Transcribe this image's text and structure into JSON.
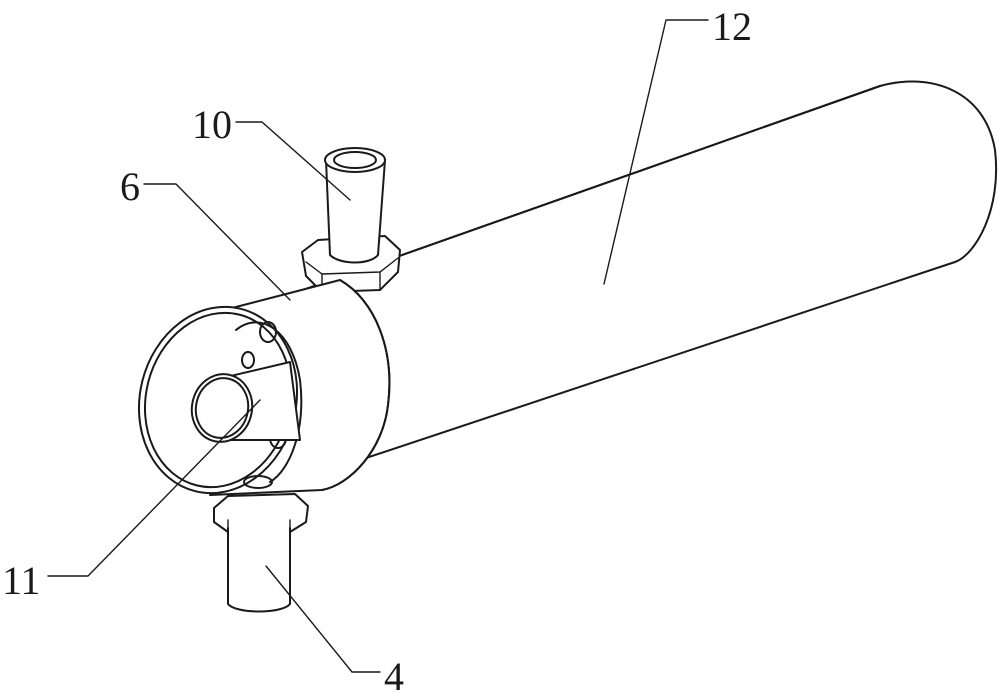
{
  "labels": {
    "l12": "12",
    "l10": "10",
    "l6": "6",
    "l11": "11",
    "l4": "4"
  }
}
